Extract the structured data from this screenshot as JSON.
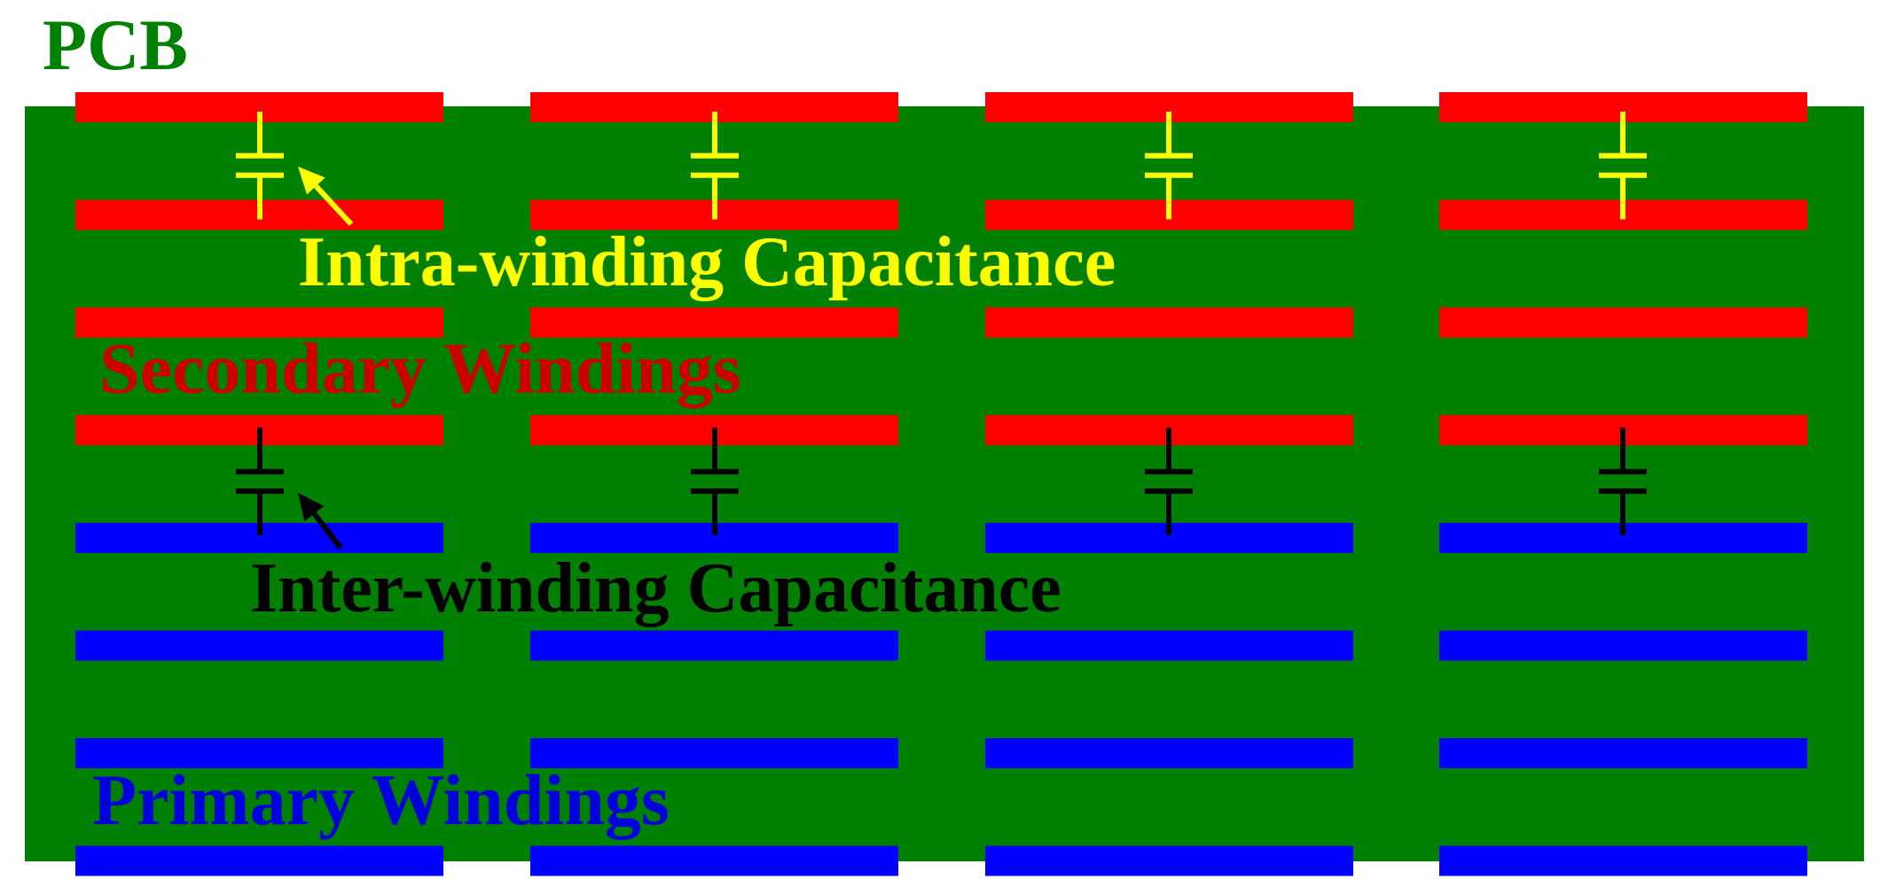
{
  "title": "PCB",
  "colors": {
    "pcb": "#008000",
    "title": "#008000",
    "secondary": "#ff0000",
    "primary": "#0000ff",
    "intra": "#ffff00",
    "inter": "#000000",
    "secondary_label": "#cc0000",
    "primary_label": "#0000dd"
  },
  "layers": [
    "secondary",
    "secondary",
    "secondary",
    "secondary",
    "primary",
    "primary",
    "primary",
    "primary"
  ],
  "column_count": 4,
  "capacitors": {
    "intra": {
      "label": "Intra-winding Capacitance",
      "icon": "capacitor-icon",
      "between_layers": [
        0,
        1
      ]
    },
    "inter": {
      "label": "Inter-winding Capacitance",
      "icon": "capacitor-icon",
      "between_layers": [
        3,
        4
      ]
    }
  },
  "labels": {
    "secondary": "Secondary Windings",
    "primary": "Primary Windings"
  }
}
